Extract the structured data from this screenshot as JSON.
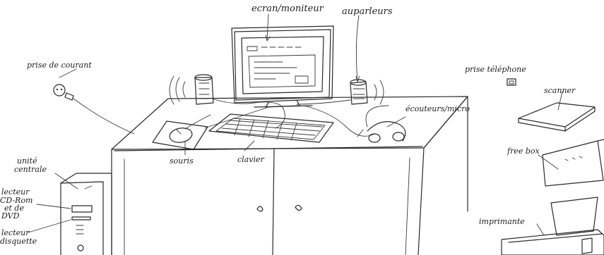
{
  "labels": {
    "monitor": "ecran/moniteur",
    "speakers": "auparleurs",
    "power_outlet": "prise de courant",
    "phone_outlet": "prise téléphone",
    "scanner": "scanner",
    "headset": "écouteurs/micro",
    "mouse": "souris",
    "keyboard": "clavier",
    "freebox": "free box",
    "printer": "imprimante",
    "central_unit_line1": "unité",
    "central_unit_line2": "centrale",
    "cdrom_line1": "lecteur",
    "cdrom_line2": "CD-Rom",
    "cdrom_line3": "et de",
    "cdrom_line4": "DVD",
    "floppy_line1": "lecteur",
    "floppy_line2": "disquette"
  }
}
